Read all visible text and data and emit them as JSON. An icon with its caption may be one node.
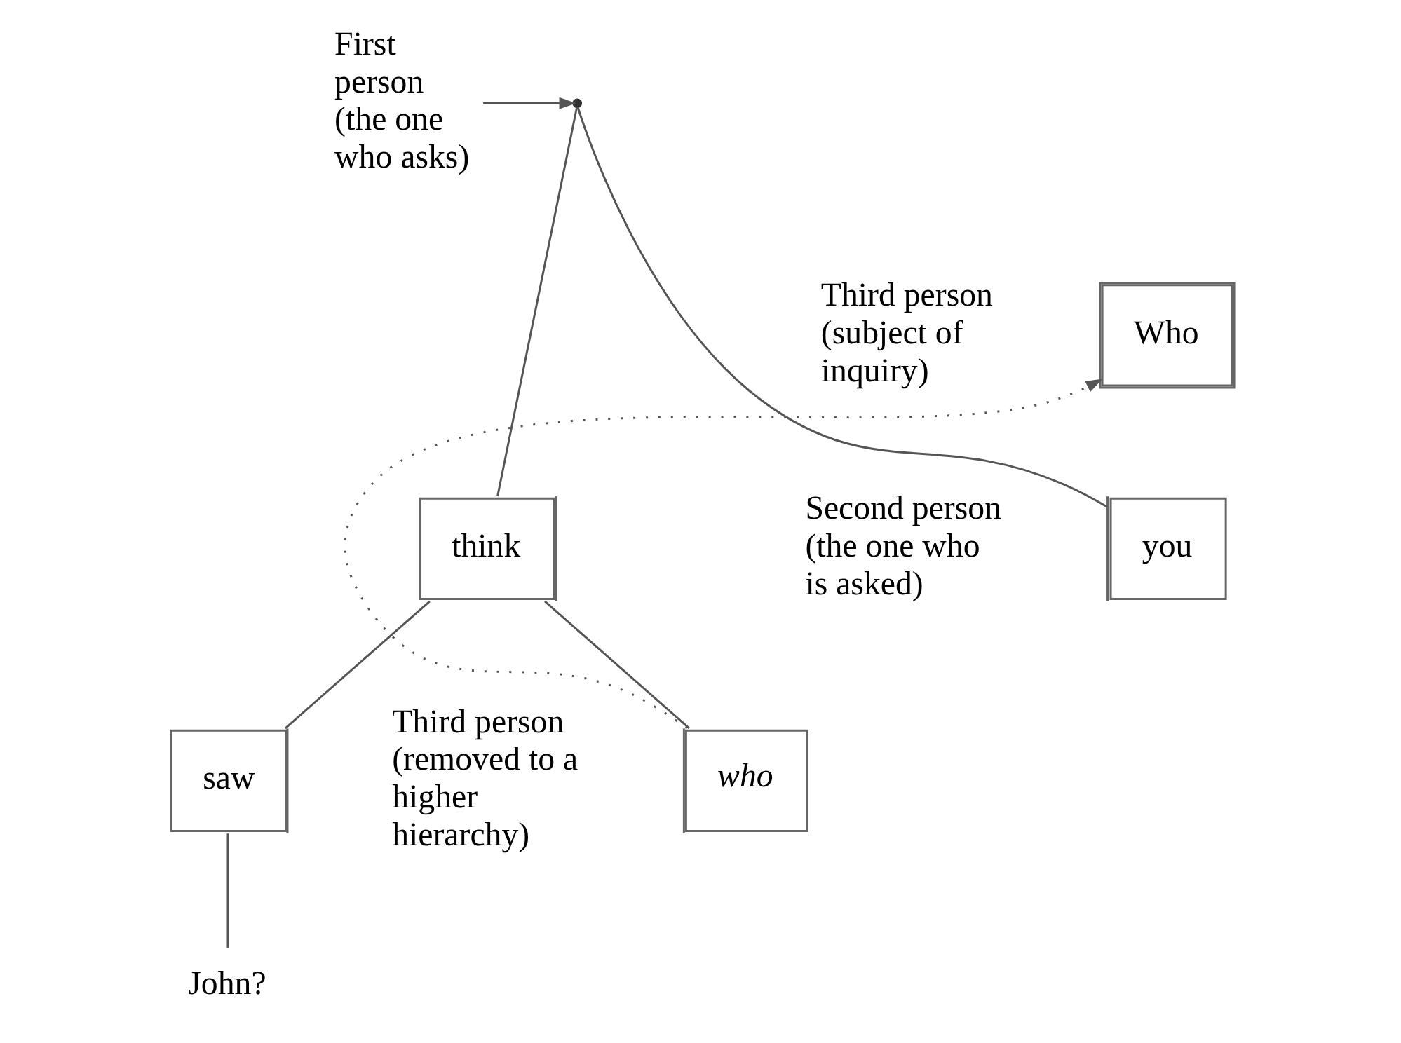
{
  "diagram": {
    "nodes": [
      {
        "text": [
          "First person (the one who asks)"
        ]
      },
      {
        "text": [],
        "shape": "point"
      },
      {
        "text": [
          "Who"
        ],
        "beside": [
          "Third person (subject of inquiry)"
        ]
      },
      {
        "text": [
          "you"
        ],
        "beside": [
          "Second person (the one who is asked)"
        ]
      },
      {
        "text": [
          "think"
        ]
      },
      {
        "text": [
          "who"
        ],
        "beside": [
          "Third person (removed to a higher hierarchy)"
        ]
      },
      {
        "text": [
          "saw"
        ]
      },
      {
        "text": [
          "John?"
        ]
      }
    ],
    "edges": [
      {
        "from": 0,
        "to": 1,
        "arrow": "to"
      },
      {
        "from": 3,
        "to": 1,
        "arrow": "none"
      },
      {
        "from": 1,
        "to": 4,
        "arrow": "none"
      },
      {
        "from": 4,
        "to": 5,
        "arrow": "none"
      },
      {
        "from": 4,
        "to": 6,
        "arrow": "none"
      },
      {
        "from": 6,
        "to": 7,
        "arrow": "none"
      },
      {
        "from": 5,
        "to": 2,
        "arrow": "to",
        "style": "dashed"
      }
    ]
  }
}
